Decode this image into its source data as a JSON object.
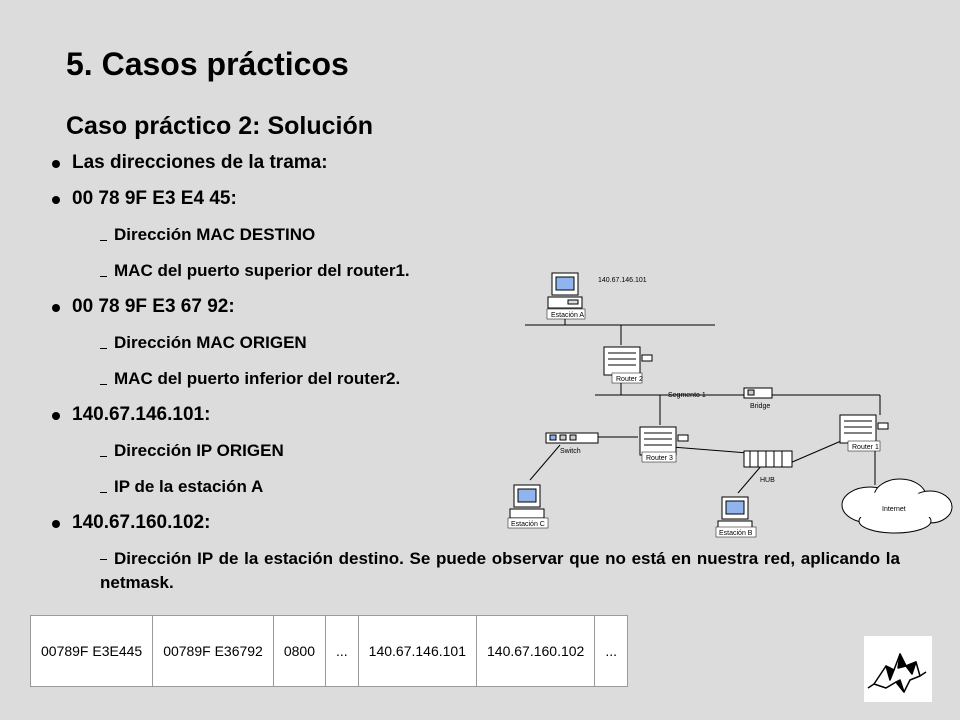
{
  "slide": {
    "title": "5. Casos prácticos",
    "subtitle": "Caso práctico 2: Solución",
    "bullets": {
      "b0": "Las direcciones  de la trama:",
      "b1": "00 78 9F E3 E4 45:",
      "b1s1": "Dirección MAC DESTINO",
      "b1s2": "MAC del puerto superior del router1.",
      "b2": "00 78 9F E3 67 92:",
      "b2s1": "Dirección MAC ORIGEN",
      "b2s2": "MAC del puerto inferior del router2.",
      "b3": "140.67.146.101:",
      "b3s1": "Dirección IP ORIGEN",
      "b3s2": "IP de la estación A",
      "b4": "140.67.160.102:",
      "b4s1": "Dirección IP de la estación destino. Se puede observar que no está en nuestra red, aplicando la netmask."
    }
  },
  "diagram": {
    "ip_label": "140.67.146.101",
    "estacion_a": "Estación A",
    "router2": "Router 2",
    "segmento1": "Segmento 1",
    "bridge": "Bridge",
    "switch": "Switch",
    "router3": "Router 3",
    "router1": "Router 1",
    "hub": "HUB",
    "internet": "Internet",
    "estacion_c": "Estación C",
    "estacion_b": "Estación B"
  },
  "frame": {
    "cells": [
      "00789F E3E445",
      "00789F E36792",
      "0800",
      "...",
      "140.67.146.101",
      "140.67.160.102",
      "..."
    ]
  },
  "colors": {
    "background": "#dcdcdc",
    "text": "#000000"
  }
}
